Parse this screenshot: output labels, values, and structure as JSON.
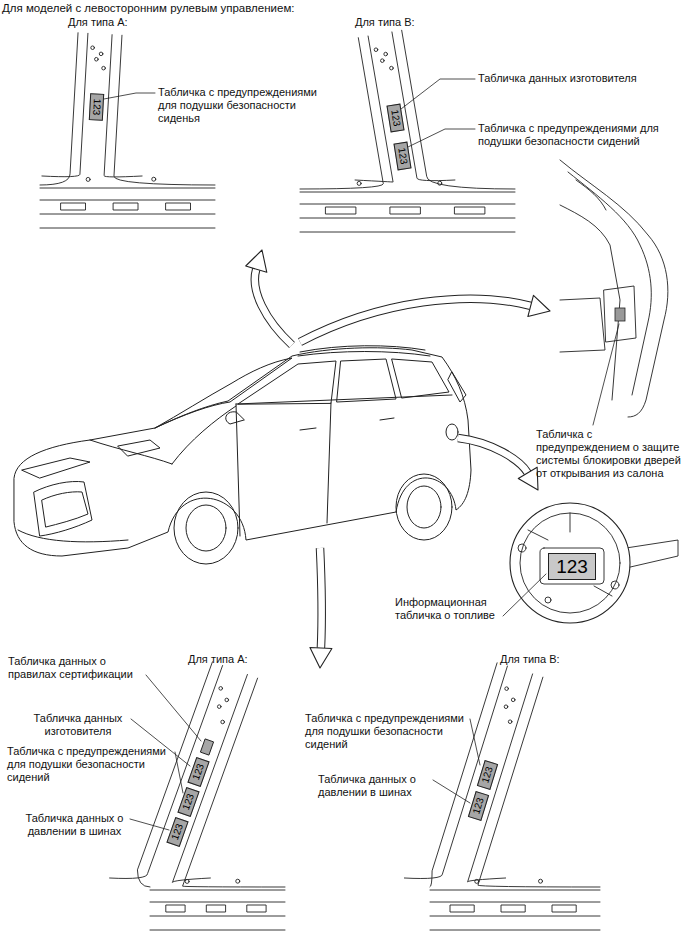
{
  "diagram": {
    "title": "Для моделей с левосторонним рулевым управлением:",
    "nodes": [
      {
        "text": [
          "123"
        ]
      },
      {
        "text": [
          "123"
        ]
      },
      {
        "text": [
          "123"
        ]
      },
      {
        "text": [
          "123"
        ]
      },
      {
        "text": [
          "123"
        ]
      },
      {
        "text": [
          "123"
        ]
      },
      {
        "text": [
          "123"
        ]
      },
      {
        "text": [
          "123"
        ]
      },
      {
        "text": [
          "123"
        ]
      }
    ],
    "labels": [
      "Для типа A:",
      "Табличка с предупреждениями для подушки безопасности сиденья",
      "Для типа B:",
      "Табличка данных изготовителя",
      "Табличка с предупреждениями для подушки безопасности сидений",
      "Табличка с предупреждением о защите системы блокировки дверей от открывания из салона",
      "Информационная табличка о топливе",
      "Для типа A:",
      "Табличка данных о правилах сертификации",
      "Табличка данных изготовителя",
      "Табличка с предупреждениями для подушки безопасности сидений",
      "Табличка данных о давлении в шинах",
      "Для типа B:",
      "Табличка с предупреждениями для подушки безопасности сидений",
      "Табличка данных о давлении в шинах"
    ]
  }
}
